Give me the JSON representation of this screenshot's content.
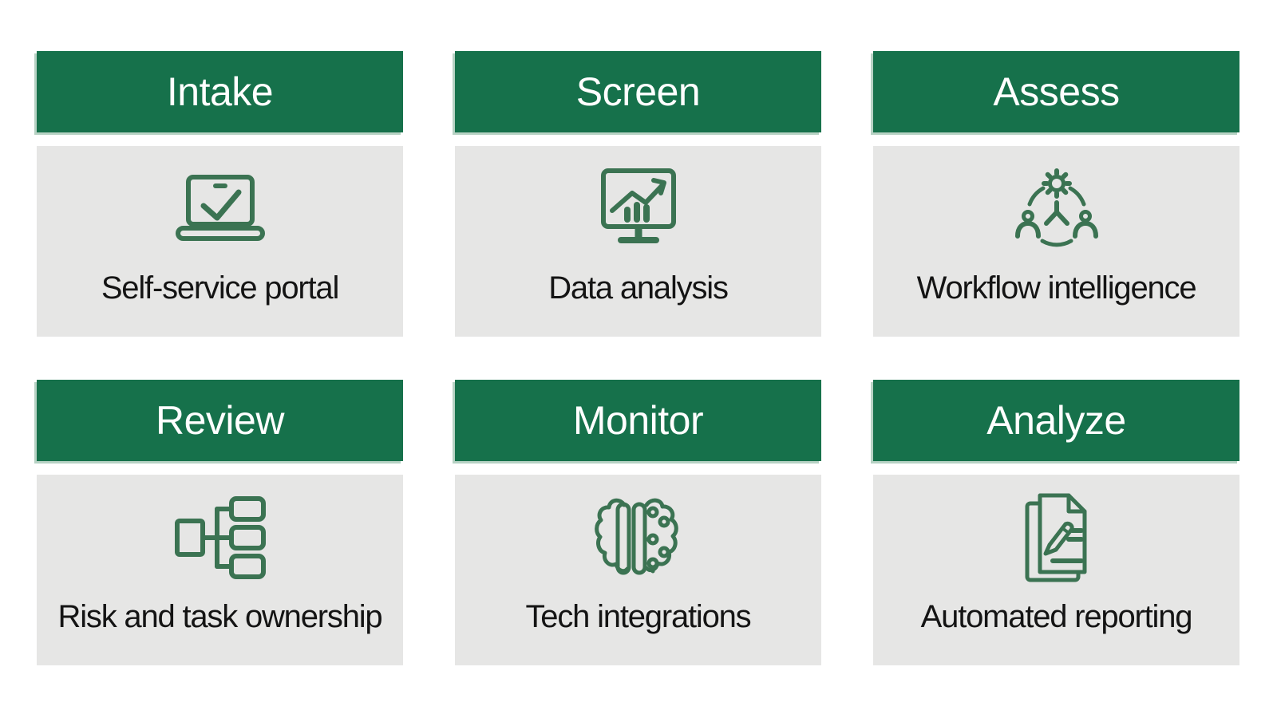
{
  "colors": {
    "header_green": "#16714B",
    "header_edge_light_green": "#B7D2C4",
    "body_gray": "#E6E6E5",
    "icon_green": "#3B7352",
    "header_text": "#FFFFFF",
    "label_text": "#141414",
    "page_background": "#FFFFFF"
  },
  "cards": [
    {
      "title": "Intake",
      "label": "Self-service portal",
      "icon": "laptop-check-icon"
    },
    {
      "title": "Screen",
      "label": "Data analysis",
      "icon": "monitor-chart-icon"
    },
    {
      "title": "Assess",
      "label": "Workflow intelligence",
      "icon": "people-gear-workflow-icon"
    },
    {
      "title": "Review",
      "label": "Risk and task ownership",
      "icon": "hierarchy-icon"
    },
    {
      "title": "Monitor",
      "label": "Tech integrations",
      "icon": "ai-brain-icon"
    },
    {
      "title": "Analyze",
      "label": "Automated reporting",
      "icon": "documents-pencil-icon"
    }
  ]
}
